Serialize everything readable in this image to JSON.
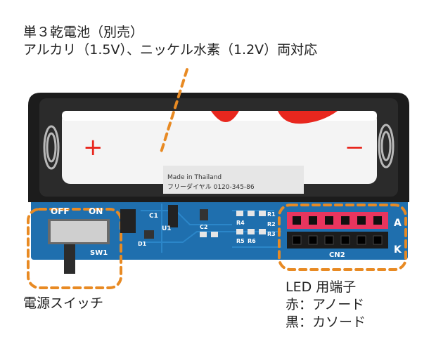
{
  "battery_note": {
    "line1": "単３乾電池（別売）",
    "line2": "アルカリ（1.5V）、ニッケル水素（1.2V）両対応"
  },
  "switch_note": {
    "label": "電源スイッチ"
  },
  "led_note": {
    "line1": "LED 用端子",
    "line2": "赤：アノード",
    "line3": "黒：カソード"
  },
  "board_silkscreen": {
    "off": "OFF",
    "on": "ON",
    "sw1": "SW1",
    "cn2": "CN2",
    "a": "A",
    "k": "K",
    "c1": "C1",
    "u1": "U1",
    "c2": "C2",
    "r1": "R1",
    "r2": "R2",
    "r3": "R3",
    "r4": "R4",
    "r5": "R5",
    "r6": "R6",
    "d1": "D1"
  },
  "battery_print": {
    "plus": "+",
    "minus": "−",
    "made_in": "Made in Thailand",
    "free_dial": "フリーダイヤル 0120-345-86"
  },
  "colors": {
    "callout_dash": "#e88a23",
    "pcb": "#1f6fae",
    "holder": "#1c1c1c",
    "battery_red": "#e8271e",
    "header_red": "#e8355e"
  }
}
